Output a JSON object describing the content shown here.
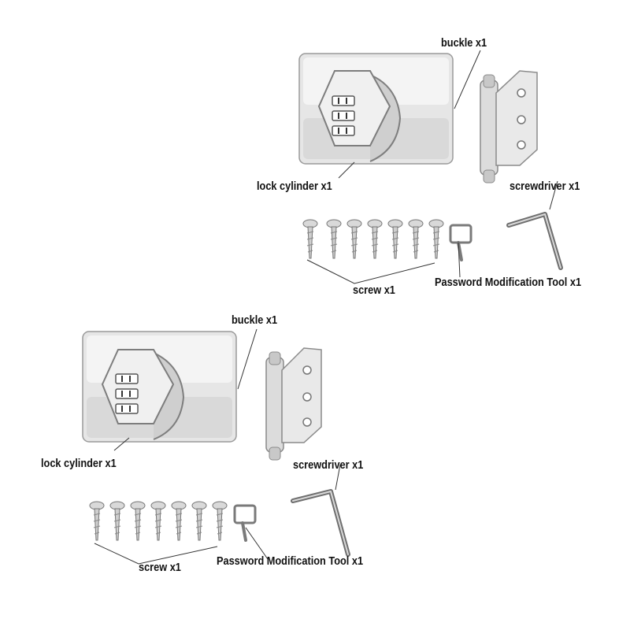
{
  "colors": {
    "background": "#ffffff",
    "steel_light": "#f3f3f3",
    "steel_mid": "#c9c9c9",
    "steel_dark": "#7a7a7a",
    "label": "#111111"
  },
  "sets": [
    {
      "name": "upper-set",
      "labels": {
        "buckle": "buckle x1",
        "lock_cylinder": "lock cylinder x1",
        "screwdriver": "screwdriver x1",
        "screw": "screw x1",
        "tool": "Password Modification Tool x1"
      },
      "screw_count": 7
    },
    {
      "name": "lower-set",
      "labels": {
        "buckle": "buckle x1",
        "lock_cylinder": "lock cylinder x1",
        "screwdriver": "screwdriver x1",
        "screw": "screw x1",
        "tool": "Password Modification Tool x1"
      },
      "screw_count": 7
    }
  ]
}
